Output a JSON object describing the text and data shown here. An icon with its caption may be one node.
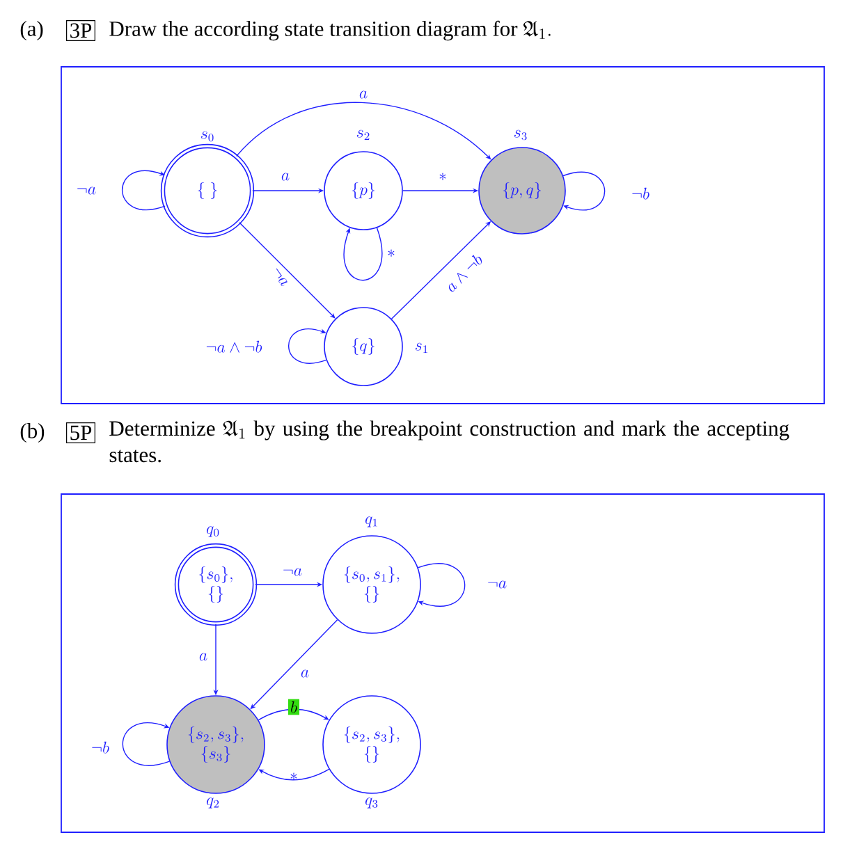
{
  "diagram": {
    "nodes": [
      {
        "text": [
          "3P"
        ]
      },
      {
        "text": [
          "\\{\\;\\}"
        ],
        "beside": [
          "s_0"
        ]
      },
      {
        "text": [
          "\\{p\\}"
        ],
        "beside": [
          "s_2"
        ]
      },
      {
        "text": [
          "\\{p,q\\}"
        ],
        "beside": [
          "s_3"
        ]
      },
      {
        "text": [
          "\\{q\\}"
        ],
        "beside": [
          "s_1"
        ]
      },
      {
        "text": [
          "5P"
        ]
      },
      {
        "text": [
          "\\{s_0\\},",
          "\\{\\}"
        ],
        "beside": [
          "q_0"
        ]
      },
      {
        "text": [
          "\\{s_0,s_1\\},",
          "\\{\\}"
        ],
        "beside": [
          "q_1"
        ]
      },
      {
        "text": [
          "\\{s_2,s_3\\},",
          "\\{s_3\\}"
        ],
        "beside": [
          "q_2"
        ]
      },
      {
        "text": [
          "\\{s_2,s_3\\},",
          "\\{\\}"
        ],
        "beside": [
          "q_3"
        ]
      }
    ],
    "edges": [
      {
        "from": 1,
        "to": 1,
        "arrow": "to",
        "label": "\\neg a"
      },
      {
        "from": 1,
        "to": 2,
        "arrow": "to",
        "label": "a"
      },
      {
        "from": 1,
        "to": 3,
        "arrow": "to",
        "label": "a"
      },
      {
        "from": 1,
        "to": 4,
        "arrow": "to",
        "label": "\\neg a"
      },
      {
        "from": 2,
        "to": 3,
        "arrow": "to",
        "label": "*"
      },
      {
        "from": 2,
        "to": 2,
        "arrow": "to",
        "label": "*"
      },
      {
        "from": 4,
        "to": 4,
        "arrow": "to",
        "label": "\\neg a \\wedge \\neg b"
      },
      {
        "from": 4,
        "to": 3,
        "arrow": "to",
        "label": "a \\wedge \\neg b"
      },
      {
        "from": 3,
        "to": 3,
        "arrow": "to",
        "label": "\\neg b"
      },
      {
        "from": 6,
        "to": 7,
        "arrow": "to",
        "label": "\\neg a"
      },
      {
        "from": 7,
        "to": 7,
        "arrow": "to",
        "label": "\\neg a"
      },
      {
        "from": 6,
        "to": 8,
        "arrow": "to",
        "label": "a"
      },
      {
        "from": 7,
        "to": 8,
        "arrow": "to",
        "label": "a"
      },
      {
        "from": 8,
        "to": 8,
        "arrow": "to",
        "label": "\\neg b"
      },
      {
        "from": 8,
        "to": 9,
        "arrow": "to",
        "label": "b"
      },
      {
        "from": 9,
        "to": 8,
        "arrow": "to",
        "label": "*"
      }
    ],
    "labels": [
      "(a)",
      "Draw the according state transition diagram for",
      "\\mathfrak{A}_1.",
      "(b)",
      "Determinize",
      "\\mathfrak{A}_1",
      "by using the breakpoint construction and mark the accepting states."
    ]
  }
}
